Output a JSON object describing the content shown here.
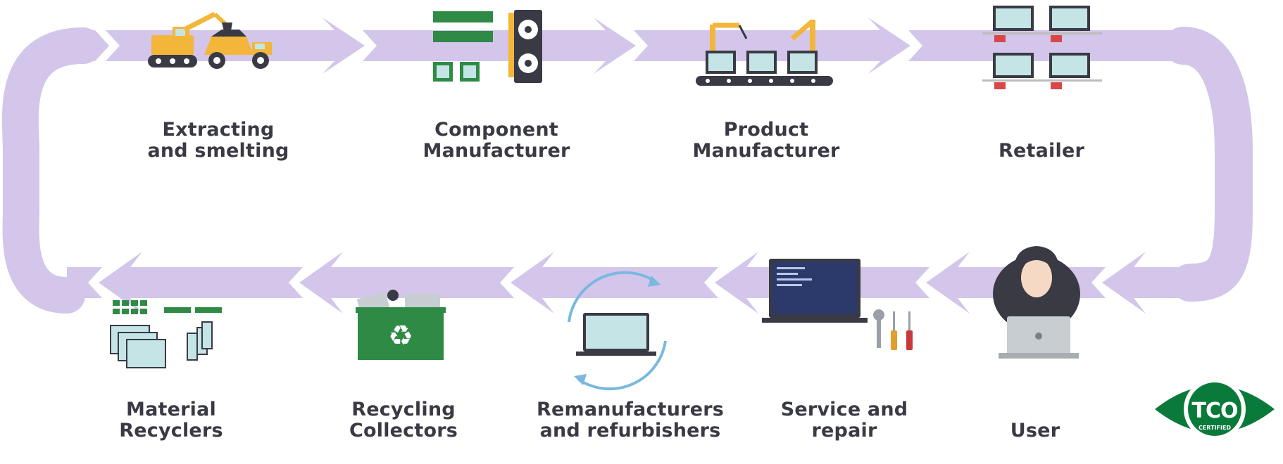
{
  "stages": [
    {
      "id": "extracting",
      "lines": [
        "Extracting",
        "and smelting"
      ],
      "icon": "excavator-truck-icon"
    },
    {
      "id": "component",
      "lines": [
        "Component",
        "Manufacturer"
      ],
      "icon": "circuit-components-icon"
    },
    {
      "id": "product",
      "lines": [
        "Product",
        "Manufacturer"
      ],
      "icon": "robot-assembly-line-icon"
    },
    {
      "id": "retailer",
      "lines": [
        "",
        "Retailer"
      ],
      "icon": "laptop-shelves-icon"
    },
    {
      "id": "user",
      "lines": [
        "",
        "User"
      ],
      "icon": "user-laptop-icon"
    },
    {
      "id": "service",
      "lines": [
        "Service and",
        "repair"
      ],
      "icon": "laptop-tools-icon"
    },
    {
      "id": "remanufacture",
      "lines": [
        "Remanufacturers",
        "and refurbishers"
      ],
      "icon": "laptop-refresh-icon"
    },
    {
      "id": "recycling",
      "lines": [
        "Recycling",
        "Collectors"
      ],
      "icon": "recycling-bin-icon"
    },
    {
      "id": "material",
      "lines": [
        "Material",
        "Recyclers"
      ],
      "icon": "material-scraps-icon"
    }
  ],
  "logo": {
    "main": "TCO",
    "sub": "CERTIFIED"
  },
  "colors": {
    "loop": "#d3c6ea",
    "text": "#3a3a45",
    "logo_green": "#0a7a3a",
    "bin_green": "#2e8a45",
    "yellow": "#f4b63a",
    "screen": "#c4e4e6",
    "navy": "#2b3a6b"
  }
}
